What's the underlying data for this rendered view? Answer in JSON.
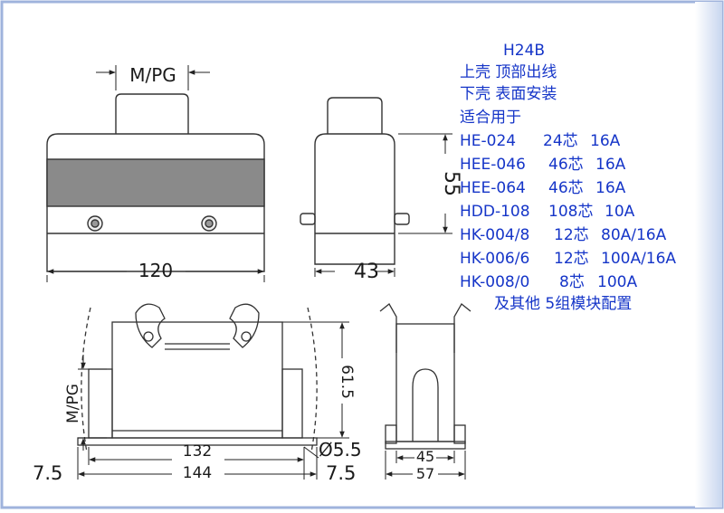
{
  "drawing": {
    "top_left": {
      "port_label": "M/PG",
      "width_label": "120"
    },
    "top_right": {
      "height_label": "55",
      "depth_label": "43"
    },
    "bottom_left": {
      "port_label": "M/PG",
      "height_label": "61.5",
      "inner_width_label": "132",
      "outer_width_label": "144",
      "hole_label": "Ø5.5",
      "left_offset_label": "7.5",
      "right_offset_label": "7.5"
    },
    "bottom_right": {
      "inner_width_label": "45",
      "outer_width_label": "57"
    }
  },
  "spec": {
    "model": "H24B",
    "lines": [
      "上壳 顶部出线",
      "下壳 表面安装",
      "适合用于"
    ],
    "inserts": [
      {
        "model": "HE-024",
        "cores": "24芯",
        "current": "16A"
      },
      {
        "model": "HEE-046",
        "cores": "46芯",
        "current": "16A"
      },
      {
        "model": "HEE-064",
        "cores": "46芯",
        "current": "16A"
      },
      {
        "model": "HDD-108",
        "cores": "108芯",
        "current": "10A"
      },
      {
        "model": "HK-004/8",
        "cores": "12芯",
        "current": "80A/16A"
      },
      {
        "model": "HK-006/6",
        "cores": "12芯",
        "current": "100A/16A"
      },
      {
        "model": "HK-008/0",
        "cores": "8芯",
        "current": "100A"
      }
    ],
    "footer": "及其他 5组模块配置"
  }
}
